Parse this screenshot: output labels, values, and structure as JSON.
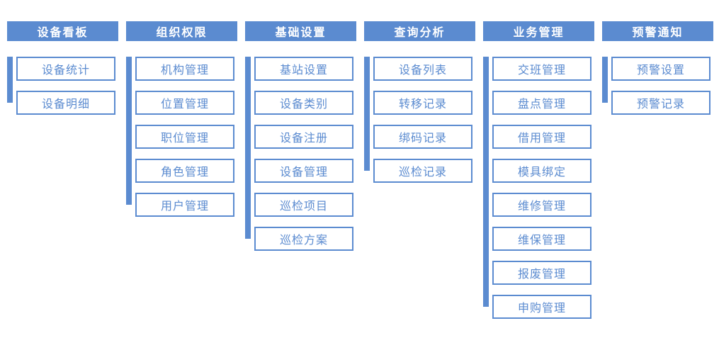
{
  "accent_color": "#5b8bd0",
  "columns": [
    {
      "title": "设备看板",
      "items": [
        "设备统计",
        "设备明细"
      ]
    },
    {
      "title": "组织权限",
      "items": [
        "机构管理",
        "位置管理",
        "职位管理",
        "角色管理",
        "用户管理"
      ]
    },
    {
      "title": "基础设置",
      "items": [
        "基站设置",
        "设备类别",
        "设备注册",
        "设备管理",
        "巡检项目",
        "巡检方案"
      ]
    },
    {
      "title": "查询分析",
      "items": [
        "设备列表",
        "转移记录",
        "绑码记录",
        "巡检记录"
      ]
    },
    {
      "title": "业务管理",
      "items": [
        "交班管理",
        "盘点管理",
        "借用管理",
        "模具绑定",
        "维修管理",
        "维保管理",
        "报废管理",
        "申购管理"
      ]
    },
    {
      "title": "预警通知",
      "items": [
        "预警设置",
        "预警记录"
      ]
    }
  ]
}
